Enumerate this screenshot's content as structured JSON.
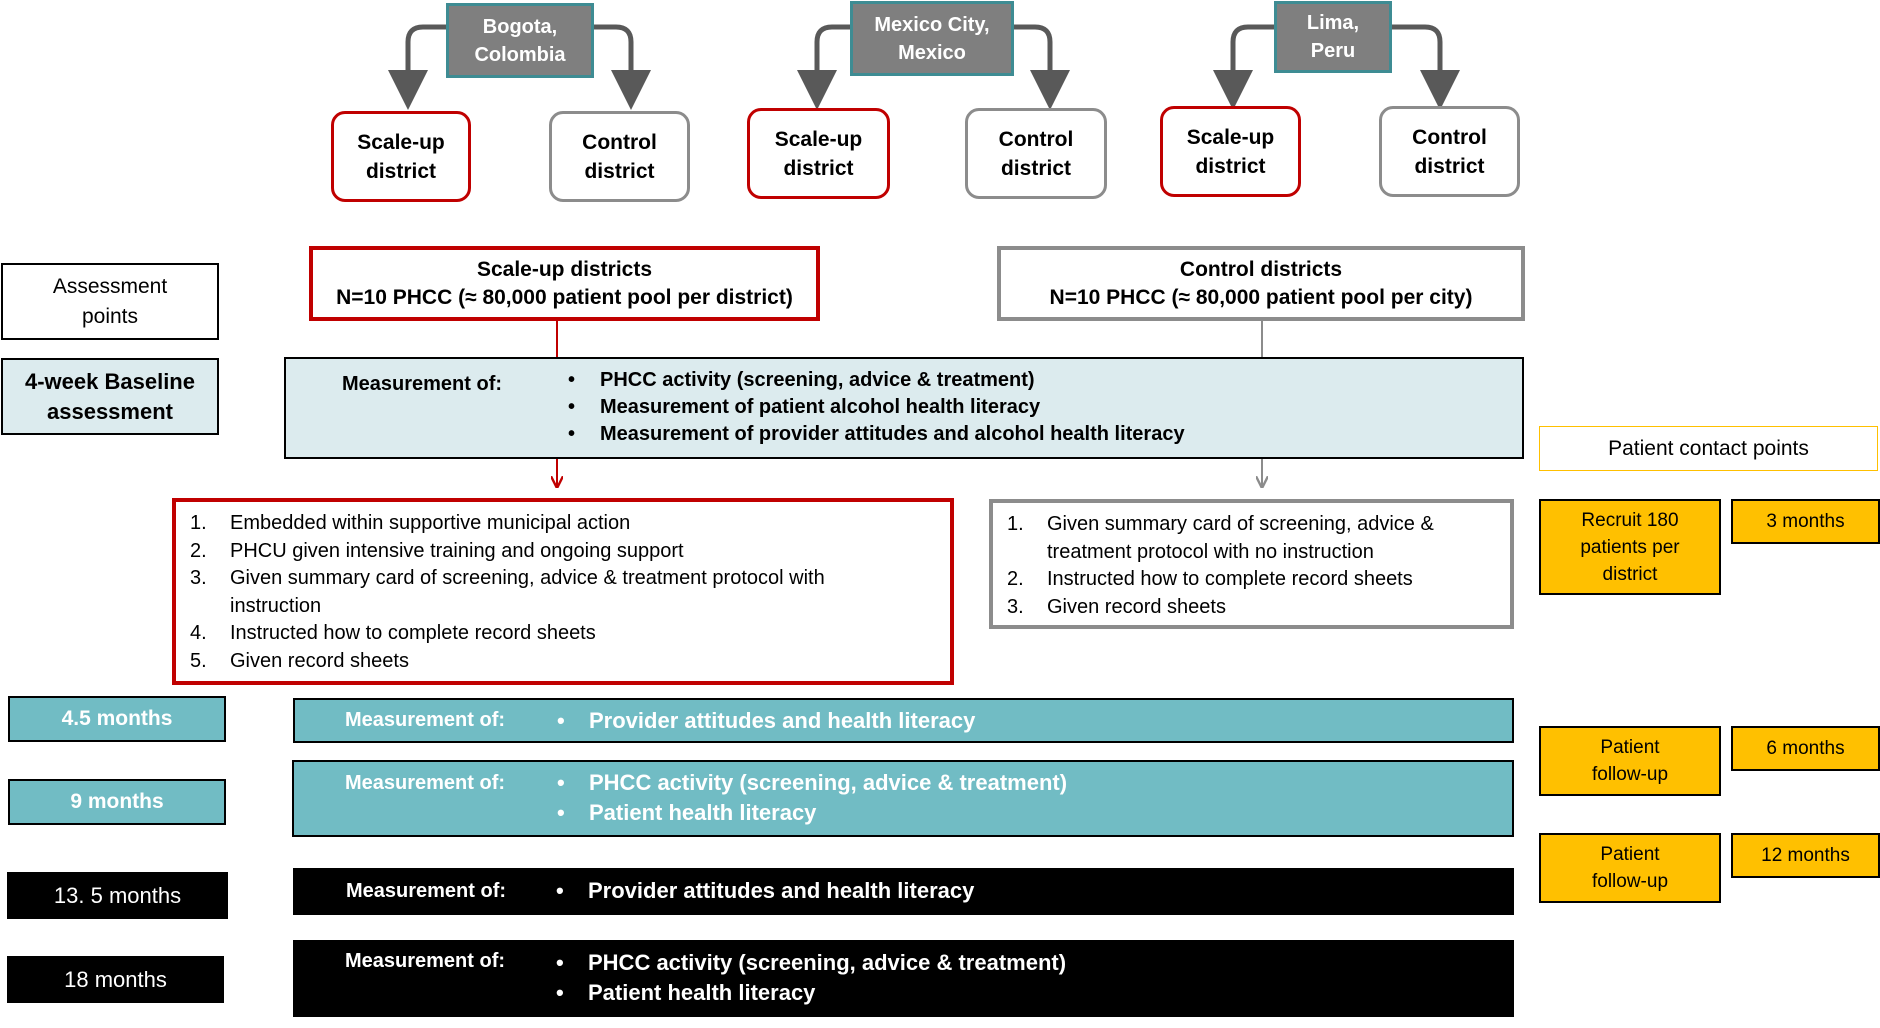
{
  "cities": [
    {
      "name": "Bogota,\nColombia",
      "scaleup": "Scale-up\ndistrict",
      "control": "Control\ndistrict"
    },
    {
      "name": "Mexico City,\nMexico",
      "scaleup": "Scale-up\ndistrict",
      "control": "Control\ndistrict"
    },
    {
      "name": "Lima,\nPeru",
      "scaleup": "Scale-up\ndistrict",
      "control": "Control\ndistrict"
    }
  ],
  "assessment_points_label": "Assessment\npoints",
  "scaleup_summary": {
    "title": "Scale-up districts",
    "detail": "N=10 PHCC  (≈ 80,000 patient pool per district)"
  },
  "control_summary": {
    "title": "Control districts",
    "detail": "N=10 PHCC (≈ 80,000 patient pool per city)"
  },
  "baseline": {
    "label": "4-week  Baseline\nassessment",
    "measurement_label": "Measurement of:",
    "items": [
      "PHCC activity (screening, advice & treatment)",
      "Measurement of patient alcohol health literacy",
      "Measurement of provider attitudes and alcohol health literacy"
    ]
  },
  "scaleup_plan": [
    "Embedded within supportive municipal  action",
    "PHCU given intensive training and ongoing support",
    "Given summary card of screening, advice & treatment protocol with instruction",
    "Instructed how to complete record sheets",
    "Given record sheets"
  ],
  "control_plan": [
    "Given summary card of screening, advice & treatment protocol with no instruction",
    "Instructed how to complete record sheets",
    "Given record sheets"
  ],
  "timepoints": [
    {
      "label": "4.5 months",
      "measurement_label": "Measurement of:",
      "items": [
        "Provider attitudes and health literacy"
      ]
    },
    {
      "label": "9 months",
      "measurement_label": "Measurement of:",
      "items": [
        "PHCC activity (screening, advice & treatment)",
        "Patient health literacy"
      ]
    },
    {
      "label": "13. 5 months",
      "measurement_label": "Measurement of:",
      "items": [
        "Provider attitudes and health literacy"
      ]
    },
    {
      "label": "18 months",
      "measurement_label": "Measurement of:",
      "items": [
        "PHCC activity (screening, advice & treatment)",
        "Patient health literacy"
      ]
    }
  ],
  "patient_contact": {
    "title": "Patient contact points",
    "rows": [
      {
        "label": "Recruit 180\npatients per\ndistrict",
        "time": "3 months"
      },
      {
        "label": "Patient\nfollow-up",
        "time": "6 months"
      },
      {
        "label": "Patient\nfollow-up",
        "time": "12 months"
      }
    ]
  },
  "colors": {
    "scaleup_red": "#c00000",
    "control_grey": "#8c8c8c",
    "city_fill": "#7f7f7f",
    "baseline_fill": "#dcebee",
    "teal_fill": "#71bcc4",
    "black_fill": "#000000",
    "contact_orange": "#ffc000"
  }
}
